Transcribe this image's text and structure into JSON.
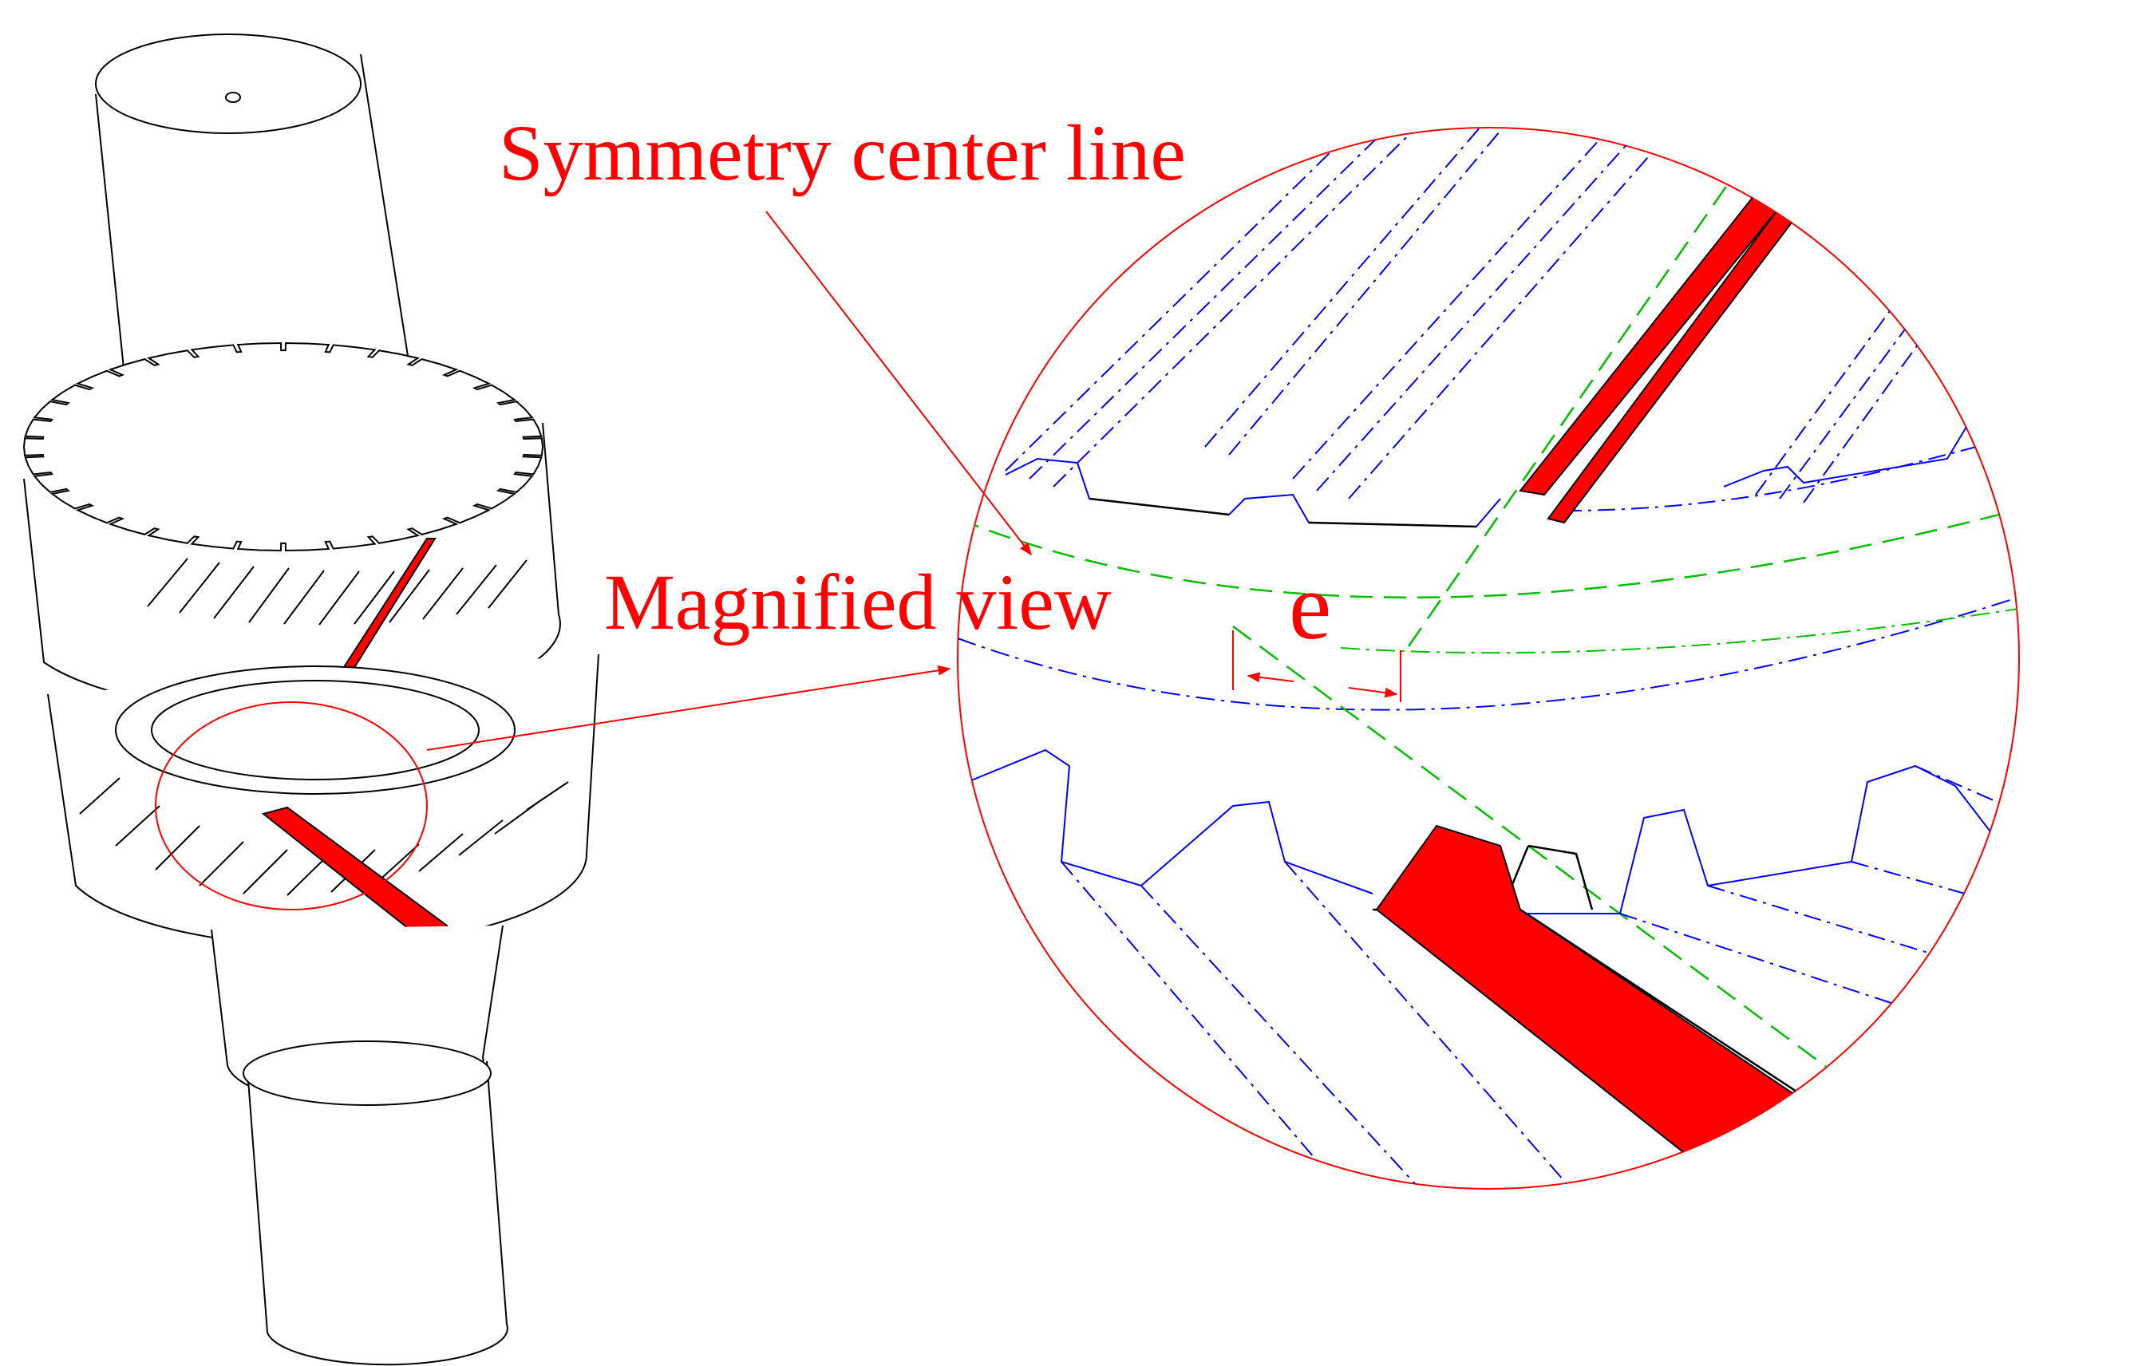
{
  "labels": {
    "symmetry_center_line": "Symmetry center line",
    "magnified_view": "Magnified view",
    "offset_symbol": "e"
  },
  "colors": {
    "outline": "#000000",
    "annotation": "#ff0000",
    "hidden_line": "#0000ff",
    "center_line": "#00c000",
    "highlight_fill": "#ff0000"
  }
}
